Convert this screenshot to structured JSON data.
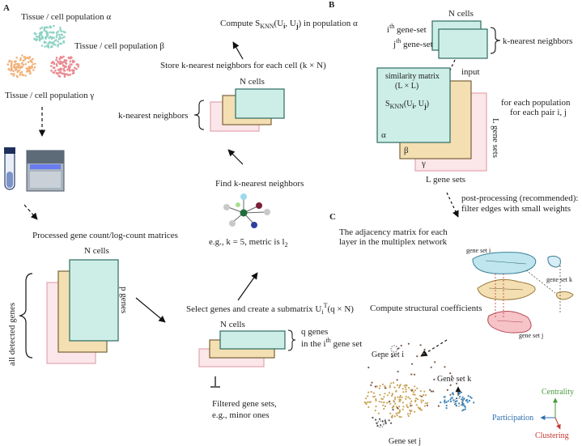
{
  "panels": {
    "a": "A",
    "b": "B",
    "c": "C"
  },
  "panel_a": {
    "tissue_alpha": "Tissue / cell population α",
    "tissue_beta": "Tissue / cell population β",
    "tissue_gamma": "Tissue / cell population γ",
    "processed_matrices": "Processed gene count/log-count matrices",
    "n_cells": "N cells",
    "p_genes": "p genes",
    "all_detected_genes": "all detected genes",
    "select_genes_prefix": "Select genes and create a submatrix U",
    "select_genes_sub": "i",
    "select_genes_sup": "T",
    "select_genes_suffix": "(q × N)",
    "sub_n_cells": "N cells",
    "q_genes_line1": "q genes",
    "q_genes_line2_prefix": "in the i",
    "q_genes_line2_sup": "th",
    "q_genes_line2_suffix": " gene set",
    "filtered_line1": "Filtered gene sets,",
    "filtered_line2": "e.g., minor ones",
    "find_knn": "Find k-nearest neighbors",
    "example_prefix": "e.g., k = 5,  metric is l",
    "example_sub": "2",
    "store_knn": "Store k-nearest neighbors for each cell (k × N)",
    "knn_n_cells": "N cells",
    "knn_label": "k-nearest neighbors",
    "compute_prefix": "Compute S",
    "compute_sub": "KNN",
    "compute_args": "(U",
    "compute_args_sub1": "i",
    "compute_args_mid": ", U",
    "compute_args_sub2": "j",
    "compute_suffix": ") in population α"
  },
  "panel_b": {
    "n_cells": "N cells",
    "ith_prefix": "i",
    "ith_sup": "th",
    "ith_suffix": " gene-set",
    "jth_prefix": "j",
    "jth_sup": "th",
    "jth_suffix": " gene-set",
    "knn": "k-nearest neighbors",
    "input": "input",
    "sim_line1": "similarity matrix",
    "sim_line2": "(L × L)",
    "sim_formula_prefix": "S",
    "sim_formula_sub": "KNN",
    "sim_formula_args": "(U",
    "sim_formula_sub1": "i",
    "sim_formula_mid": ", U",
    "sim_formula_sub2": "j",
    "sim_formula_end": ")",
    "alpha": "α",
    "beta": "β",
    "gamma": "γ",
    "for_each_pop": "for each population",
    "for_each_pair": "for each pair i, j",
    "l_gene_sets_side": "L gene sets",
    "l_gene_sets_bottom": "L gene sets",
    "postproc_line1": "post-processing (recommended):",
    "postproc_line2": "filter edges with small weights"
  },
  "panel_c": {
    "adjacency_line1": "The adjacency matrix for each",
    "adjacency_line2": "layer in the multiplex network",
    "gene_set_i": "gene set i",
    "gene_set_k": "gene set k",
    "gene_set_j": "gene set j",
    "compute_structural": "Compute structural coefficients",
    "scatter_i": "Gene set i",
    "scatter_k": "Gene set k",
    "scatter_j": "Gene set j",
    "centrality": "Centrality",
    "participation": "Participation",
    "clustering": "Clustering"
  },
  "colors": {
    "teal_fill": "#cdeee6",
    "teal_stroke": "#2d6b61",
    "tan_fill": "#f3dfb2",
    "tan_stroke": "#7a6238",
    "pink_fill": "#fbe6ea",
    "pink_stroke": "#e2a5ae",
    "cluster_alpha": "#8fd3c4",
    "cluster_beta": "#f2b27a",
    "cluster_gamma": "#e98b93",
    "centrality": "#4a9a3c",
    "participation": "#2f6fb0",
    "clustering": "#c7372f"
  },
  "icons": [
    "tube-icon",
    "sequencer-icon",
    "knn-graph-icon",
    "multiplex-layers-icon",
    "scatter-plot-icon",
    "coefficient-axes-icon"
  ]
}
